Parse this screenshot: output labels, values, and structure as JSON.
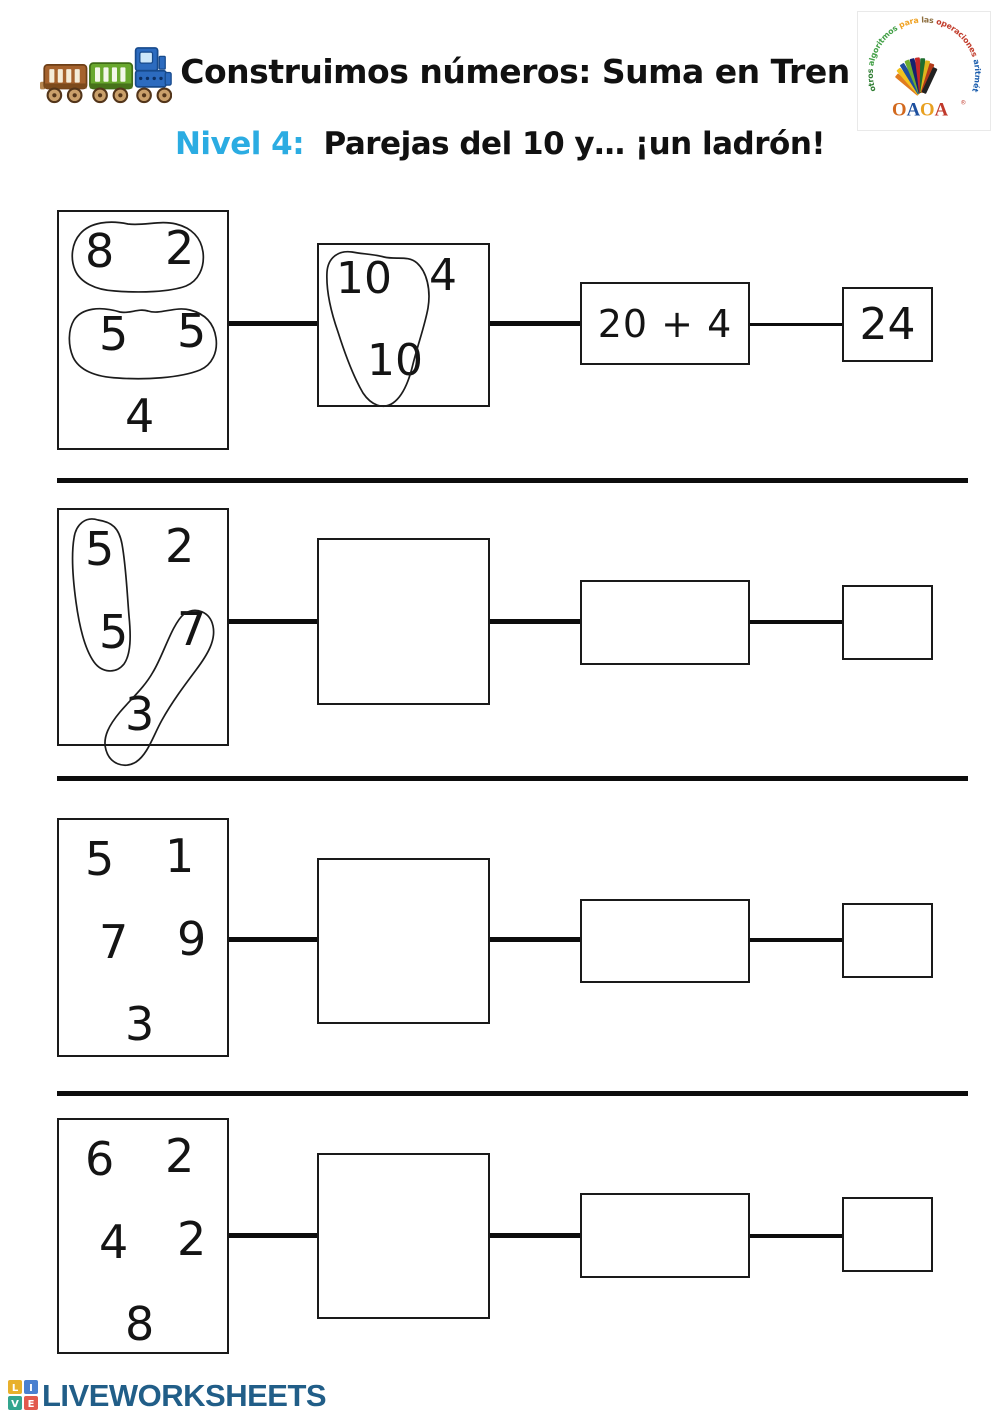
{
  "header": {
    "title": "Construimos números: Suma en Tren",
    "level_label": "Nivel 4:",
    "level_text": "Parejas del 10 y… ¡un ladrón!",
    "level_color": "#2bace2",
    "train_icon": "toy-train"
  },
  "oaoa_logo": {
    "ring_words": [
      {
        "text": "otros ",
        "color": "#2e7d32"
      },
      {
        "text": "algoritmos ",
        "color": "#43a047"
      },
      {
        "text": "para ",
        "color": "#f0a325"
      },
      {
        "text": "las ",
        "color": "#8d6e3f"
      },
      {
        "text": "operaciones ",
        "color": "#c13b2a"
      },
      {
        "text": "aritméticas",
        "color": "#1d5fae"
      }
    ],
    "wordmark": [
      {
        "ch": "O",
        "color": "#d2691e"
      },
      {
        "ch": "A",
        "color": "#1d4f9e"
      },
      {
        "ch": "O",
        "color": "#e8a020"
      },
      {
        "ch": "A",
        "color": "#c0392b"
      }
    ],
    "reg_mark": "®",
    "rod_colors": [
      "#e07b1f",
      "#f2c21d",
      "#1f4f9e",
      "#6fae2f",
      "#15226e",
      "#c62828",
      "#1f6e2e",
      "#e0b31d",
      "#b33a1a",
      "#222222"
    ]
  },
  "rows": [
    {
      "given": [
        "8",
        "2",
        "5",
        "5",
        "4"
      ],
      "pairs": [
        "10",
        "4",
        "10"
      ],
      "expression": "20 + 4",
      "result": "24"
    },
    {
      "given": [
        "5",
        "2",
        "5",
        "7",
        "3"
      ],
      "pairs": [
        "",
        "",
        ""
      ],
      "expression": "",
      "result": ""
    },
    {
      "given": [
        "5",
        "1",
        "7",
        "9",
        "3"
      ],
      "pairs": [
        "",
        "",
        ""
      ],
      "expression": "",
      "result": ""
    },
    {
      "given": [
        "6",
        "2",
        "4",
        "2",
        "8"
      ],
      "pairs": [
        "",
        "",
        ""
      ],
      "expression": "",
      "result": ""
    }
  ],
  "circled_groups": {
    "row1_given": [
      [
        "8",
        "2"
      ],
      [
        "5",
        "5"
      ]
    ],
    "row1_pairs": [
      [
        "10",
        "10"
      ]
    ],
    "row2_given": [
      [
        "5",
        "5"
      ],
      [
        "7",
        "3"
      ]
    ]
  },
  "footer": {
    "brand": "LIVEWORKSHEETS",
    "brand_color": "#215e88",
    "tiles": [
      {
        "ch": "L",
        "color": "#e8b02c"
      },
      {
        "ch": "I",
        "color": "#4a80d0"
      },
      {
        "ch": "V",
        "color": "#33a58e"
      },
      {
        "ch": "E",
        "color": "#e25a4d"
      }
    ]
  }
}
